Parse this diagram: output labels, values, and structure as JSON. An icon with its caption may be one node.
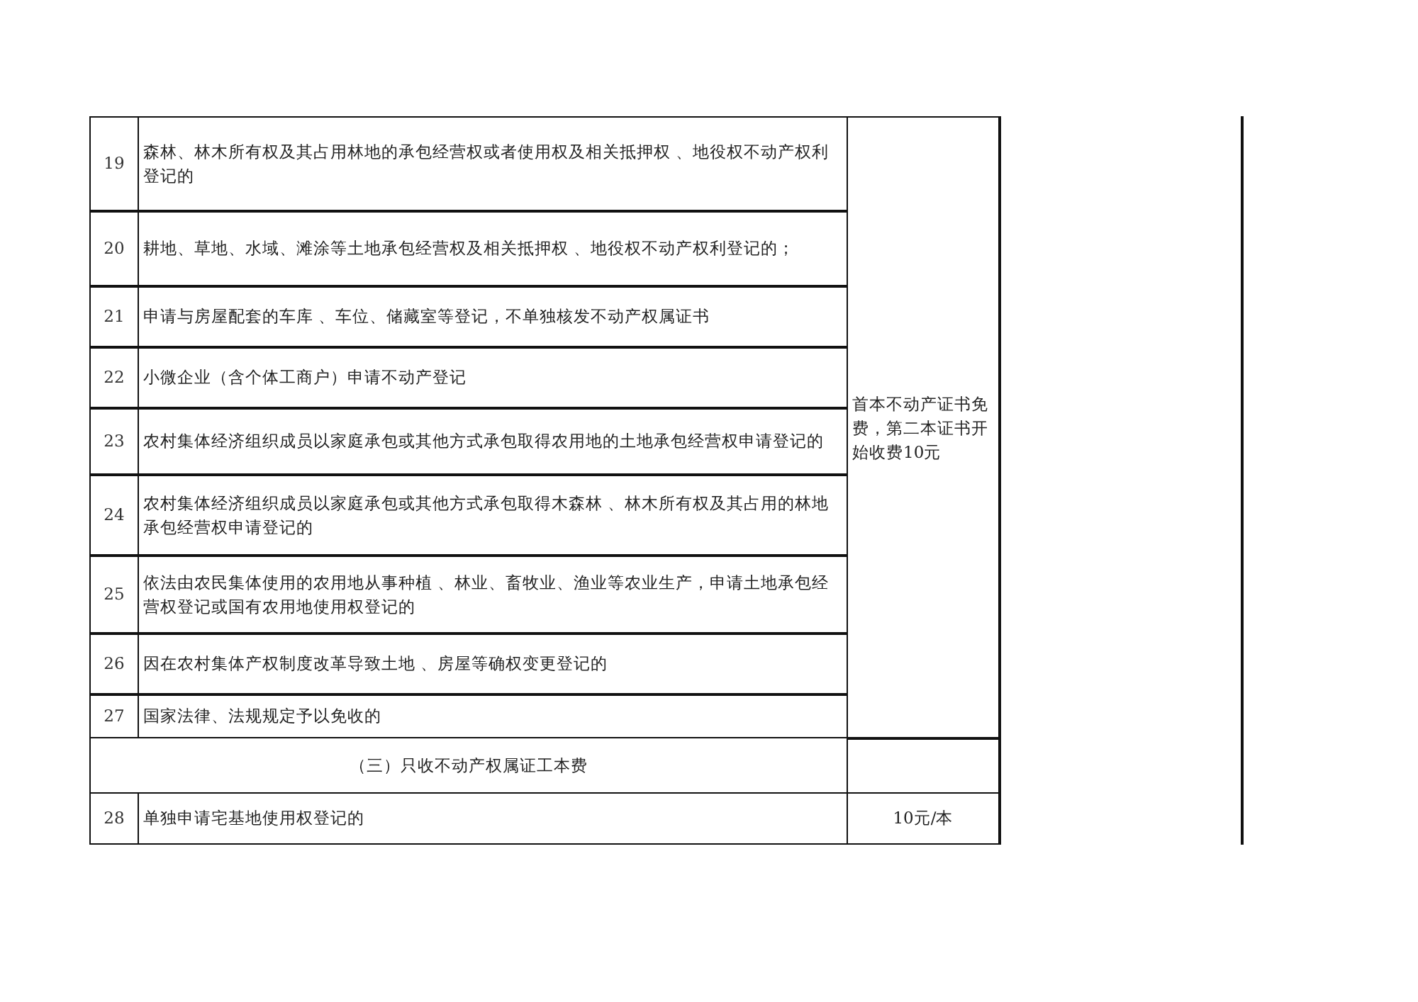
{
  "diagram": {
    "labels": [
      "19",
      "森林、林木所有权及其占用林地的承包经营权或者使用权及相关抵押权 、地役权不动产权利登记的",
      "首本不动产证书免费，第二本证书开始收费10元",
      "20",
      "耕地、草地、水域、滩涂等土地承包经营权及相关抵押权 、地役权不动产权利登记的；",
      "21",
      "申请与房屋配套的车库 、车位、储藏室等登记，不单独核发不动产权属证书",
      "22",
      "小微企业（含个体工商户）申请不动产登记",
      "23",
      "农村集体经济组织成员以家庭承包或其他方式承包取得农用地的土地承包经营权申请登记的",
      "24",
      "农村集体经济组织成员以家庭承包或其他方式承包取得木森林 、林木所有权及其占用的林地承包经营权申请登记的",
      "25",
      "依法由农民集体使用的农用地从事种植 、林业、畜牧业、渔业等农业生产，申请土地承包经营权登记或国有农用地使用权登记的",
      "26",
      "因在农村集体产权制度改革导致土地 、房屋等确权变更登记的",
      "27",
      "国家法律、法规规定予以免收的",
      "（三）只收不动产权属证工本费",
      "28",
      "单独申请宅基地使用权登记的",
      "10元/本"
    ]
  }
}
